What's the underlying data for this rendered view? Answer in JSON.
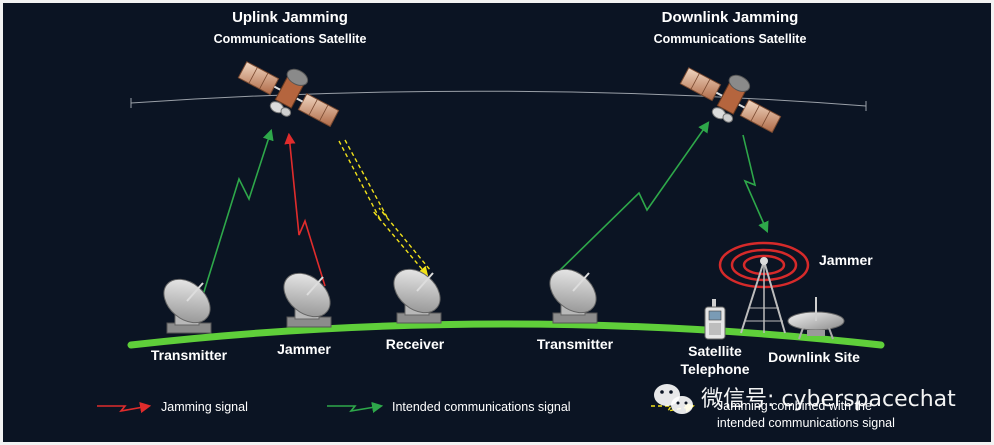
{
  "uplink": {
    "title": "Uplink Jamming",
    "subtitle": "Communications Satellite"
  },
  "downlink": {
    "title": "Downlink Jamming",
    "subtitle": "Communications Satellite"
  },
  "ground_labels": {
    "transmitter_left": "Transmitter",
    "jammer_left": "Jammer",
    "receiver": "Receiver",
    "transmitter_right": "Transmitter",
    "satellite_telephone_line1": "Satellite",
    "satellite_telephone_line2": "Telephone",
    "downlink_site": "Downlink Site",
    "jammer_right": "Jammer"
  },
  "legend": {
    "jamming": "Jamming signal",
    "intended": "Intended communications signal",
    "combined_line1": "Jamming combined with the",
    "combined_line2": "intended communications signal"
  },
  "watermark": "微信号: cyberspacechat",
  "colors": {
    "background": "#0b1423",
    "ground": "#5fcf3a",
    "jamming": "#e02c2c",
    "intended": "#2ea84a",
    "combined": "#f2e21a"
  }
}
